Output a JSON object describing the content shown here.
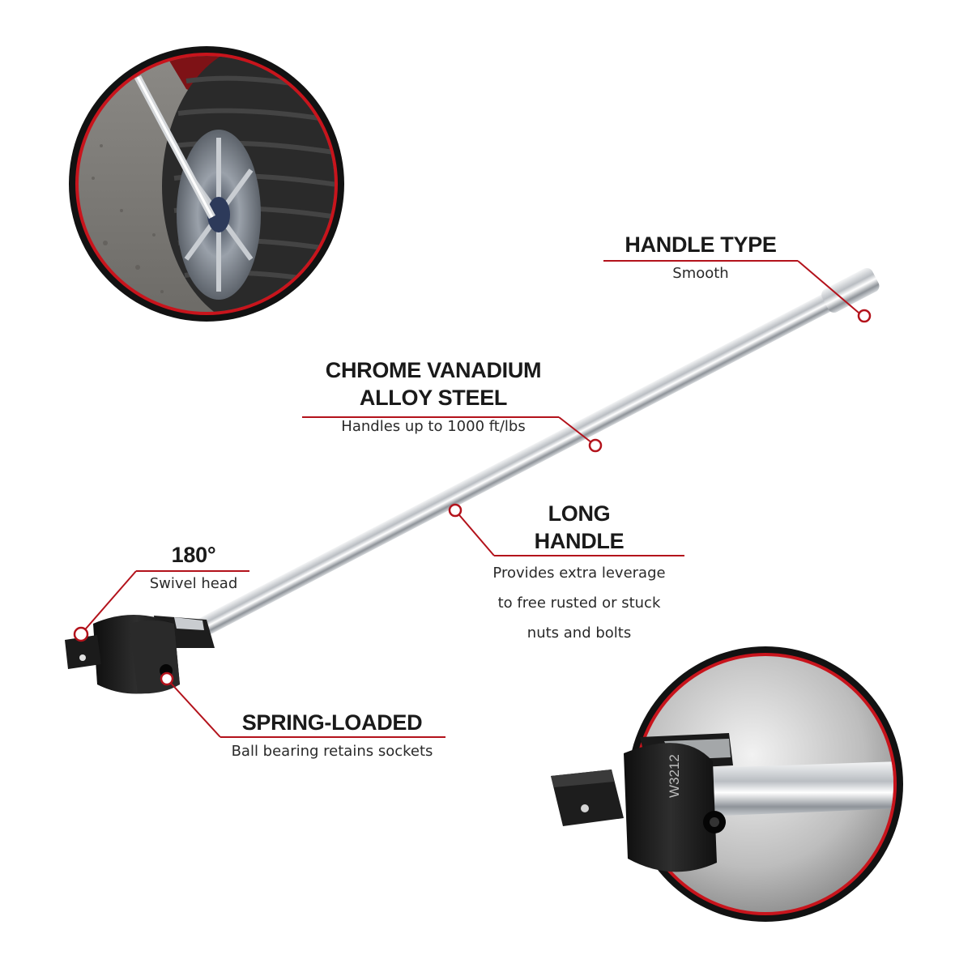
{
  "colors": {
    "accent_red": "#b3121b",
    "ring_red": "#c8141c",
    "ring_black": "#111111",
    "chrome": "#c9ccd0",
    "tool_black": "#1b1b1b"
  },
  "callouts": {
    "handle_type": {
      "title": "HANDLE TYPE",
      "desc": "Smooth"
    },
    "chrome_vanadium": {
      "title_line1": "CHROME VANADIUM",
      "title_line2": "ALLOY STEEL",
      "desc": "Handles up to 1000 ft/lbs"
    },
    "long_handle": {
      "title_line1": "LONG",
      "title_line2": "HANDLE",
      "desc_line1": "Provides extra leverage",
      "desc_line2": "to free rusted or stuck",
      "desc_line3": "nuts and bolts"
    },
    "swivel": {
      "title": "180°",
      "desc": "Swivel head"
    },
    "spring_loaded": {
      "title": "SPRING-LOADED",
      "desc": "Ball bearing retains sockets"
    }
  },
  "images": {
    "tire_closeup": "wheel-and-tire-photo",
    "head_closeup": "swivel-head-closeup-photo",
    "head_marking": "W3212"
  }
}
